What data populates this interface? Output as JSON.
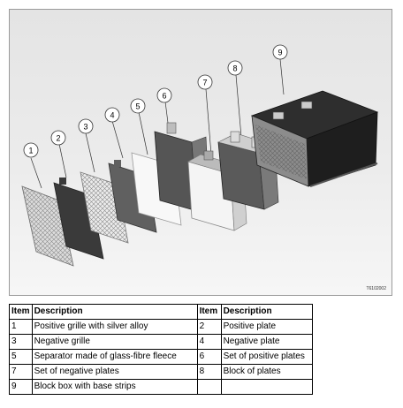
{
  "figure": {
    "callouts": [
      "1",
      "2",
      "3",
      "4",
      "5",
      "6",
      "7",
      "8",
      "9"
    ],
    "code": "T6102002"
  },
  "table": {
    "header": {
      "item": "Item",
      "description": "Description",
      "item2": "Item",
      "description2": "Description"
    },
    "rows": [
      {
        "item": "1",
        "description": "Positive grille with silver alloy",
        "item2": "2",
        "description2": "Positive plate"
      },
      {
        "item": "3",
        "description": "Negative grille",
        "item2": "4",
        "description2": "Negative plate"
      },
      {
        "item": "5",
        "description": "Separator made of glass-fibre fleece",
        "item2": "6",
        "description2": "Set of positive plates"
      },
      {
        "item": "7",
        "description": "Set of negative plates",
        "item2": "8",
        "description2": "Block of plates"
      },
      {
        "item": "9",
        "description": "Block box with base strips",
        "item2": "",
        "description2": ""
      }
    ]
  }
}
